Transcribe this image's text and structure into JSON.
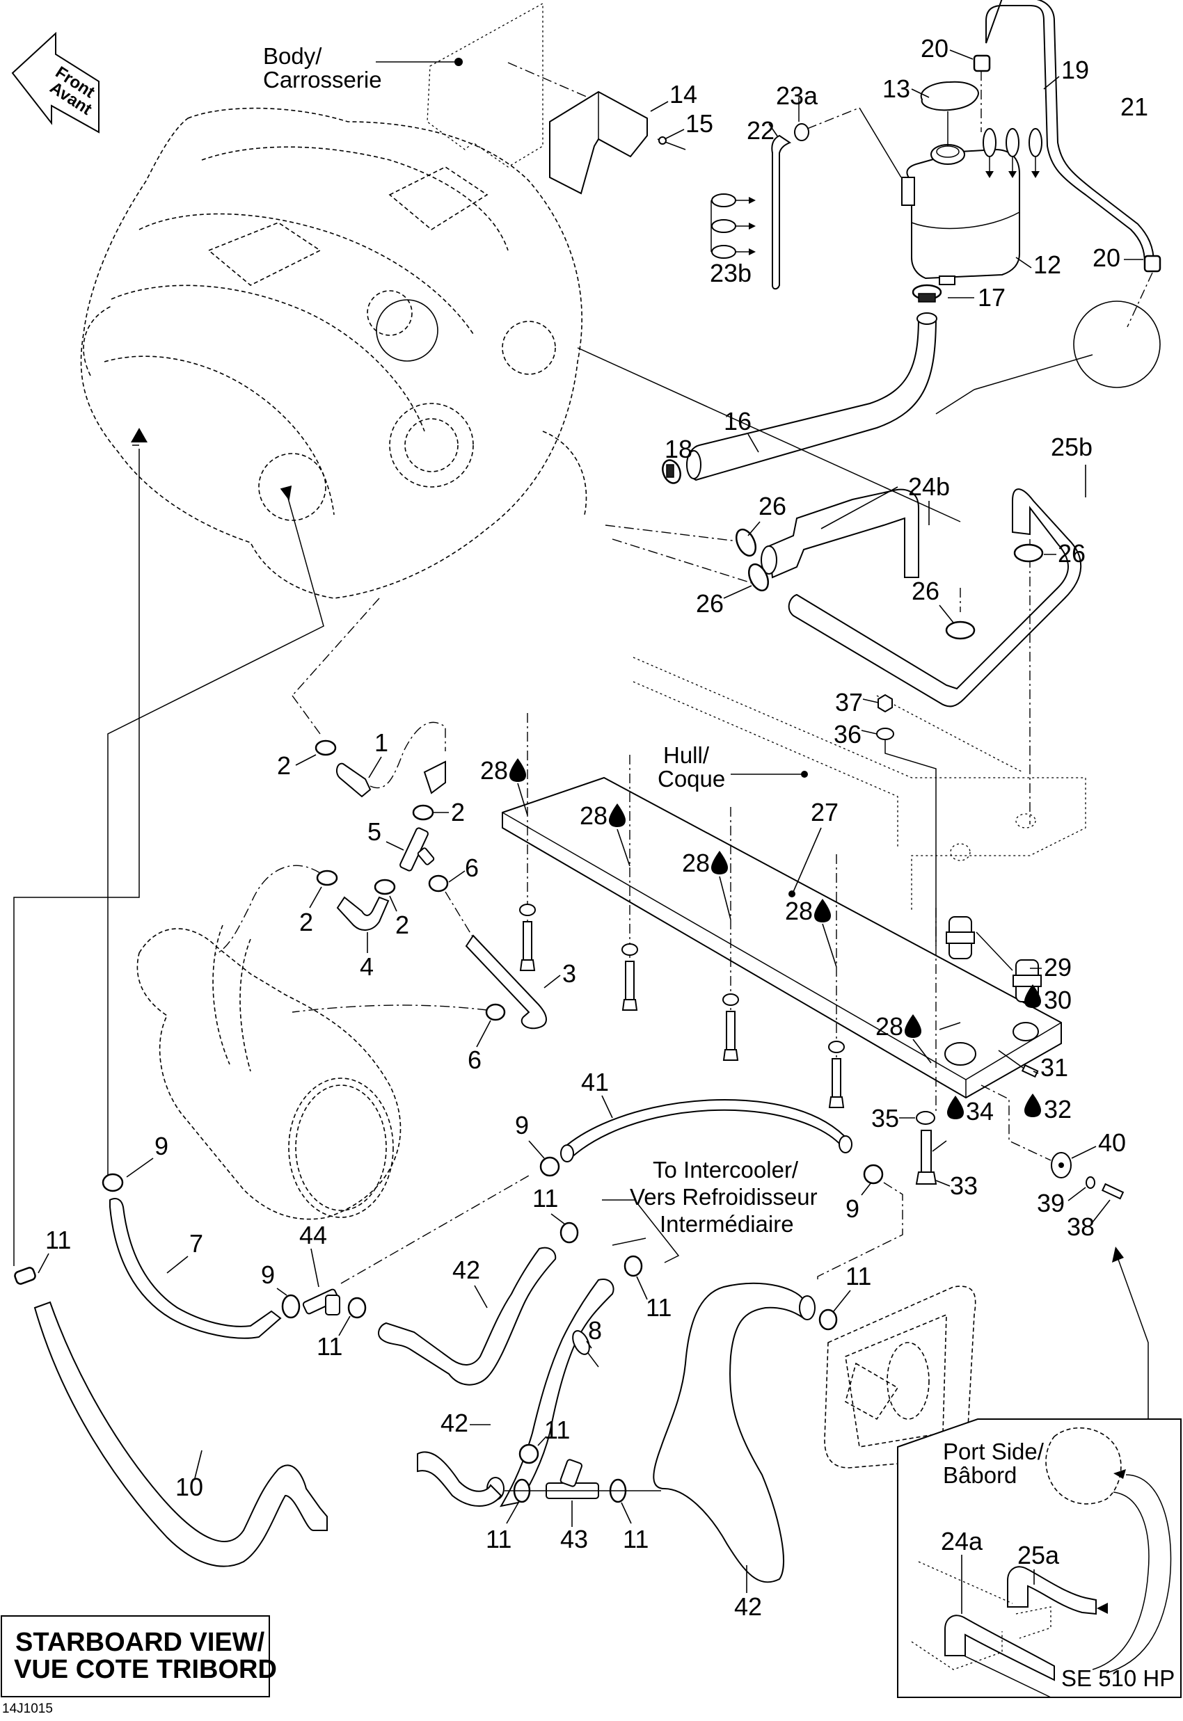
{
  "diagram": {
    "figure_code": "14J1015",
    "view_title_line1": "STARBOARD VIEW/",
    "view_title_line2": "VUE COTE TRIBORD",
    "front_arrow": {
      "line1": "Front",
      "line2": "Avant",
      "icon": "front-direction-arrow"
    },
    "callouts": {
      "body": {
        "line1": "Body/",
        "line2": "Carrosserie"
      },
      "hull": {
        "line1": "Hull/",
        "line2": "Coque"
      },
      "intercooler": {
        "line1": "To Intercooler/",
        "line2": "Vers Refroidisseur",
        "line3": "Intermédiaire"
      },
      "port_side": {
        "line1": "Port Side/",
        "line2": "Bâbord",
        "model": "SE 510 HP"
      }
    },
    "sealant_icon": "drop-icon",
    "part_labels": {
      "p1": "1",
      "p2": "2",
      "p3": "3",
      "p4": "4",
      "p5": "5",
      "p6": "6",
      "p7": "7",
      "p8": "8",
      "p9": "9",
      "p10": "10",
      "p11": "11",
      "p12": "12",
      "p13": "13",
      "p14": "14",
      "p15": "15",
      "p16": "16",
      "p17": "17",
      "p18": "18",
      "p19": "19",
      "p20": "20",
      "p21": "21",
      "p22": "22",
      "p23a": "23a",
      "p23b": "23b",
      "p24a": "24a",
      "p24b": "24b",
      "p25a": "25a",
      "p25b": "25b",
      "p26": "26",
      "p27": "27",
      "p28": "28",
      "p29": "29",
      "p30": "30",
      "p31": "31",
      "p32": "32",
      "p33": "33",
      "p34": "34",
      "p35": "35",
      "p36": "36",
      "p37": "37",
      "p38": "38",
      "p39": "39",
      "p40": "40",
      "p41": "41",
      "p42": "42",
      "p43": "43",
      "p44": "44"
    }
  }
}
